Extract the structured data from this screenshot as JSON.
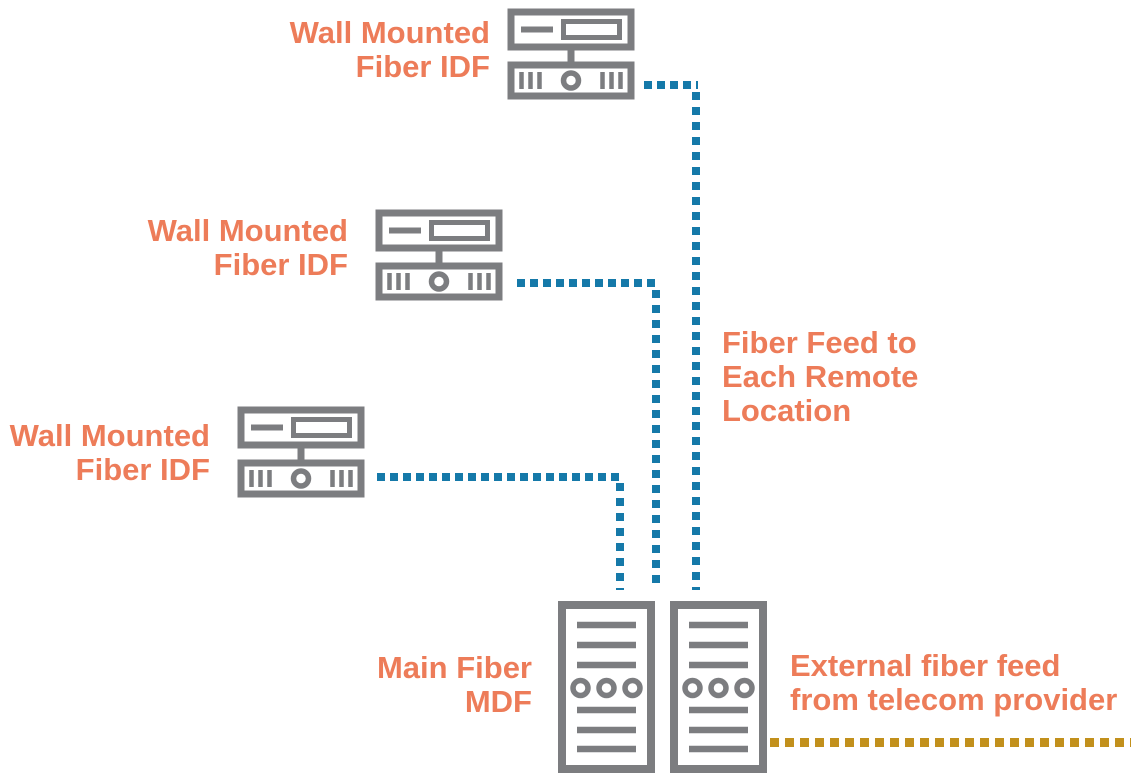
{
  "colors": {
    "label_orange": "#ED7C59",
    "icon_gray": "#7C7D80",
    "fiber_blue": "#1579A9",
    "external_gold": "#C2901C",
    "bg": "#FFFFFF"
  },
  "diagram": {
    "title_implicit": "Fiber IDF/MDF network topology",
    "labels": {
      "idf_top": [
        "Wall Mounted",
        "Fiber IDF"
      ],
      "idf_middle": [
        "Wall Mounted",
        "Fiber IDF"
      ],
      "idf_left": [
        "Wall Mounted",
        "Fiber IDF"
      ],
      "fiber_feed": [
        "Fiber Feed to",
        "Each Remote",
        "Location"
      ],
      "mdf": [
        "Main Fiber",
        "MDF"
      ],
      "external_feed": [
        "External fiber feed",
        "from telecom provider"
      ]
    },
    "icons": {
      "idf": "wall-mounted-fiber-switch-icon",
      "mdf_rack": "server-rack-icon"
    },
    "connections": [
      {
        "from": "idf_top",
        "to": "mdf",
        "style": "dotted",
        "color": "#1579A9",
        "meaning": "fiber feed to remote location"
      },
      {
        "from": "idf_middle",
        "to": "mdf",
        "style": "dotted",
        "color": "#1579A9",
        "meaning": "fiber feed to remote location"
      },
      {
        "from": "idf_left",
        "to": "mdf",
        "style": "dotted",
        "color": "#1579A9",
        "meaning": "fiber feed to remote location"
      },
      {
        "from": "telecom_provider",
        "to": "mdf",
        "style": "dotted",
        "color": "#C2901C",
        "meaning": "external fiber feed from telecom provider"
      }
    ]
  }
}
